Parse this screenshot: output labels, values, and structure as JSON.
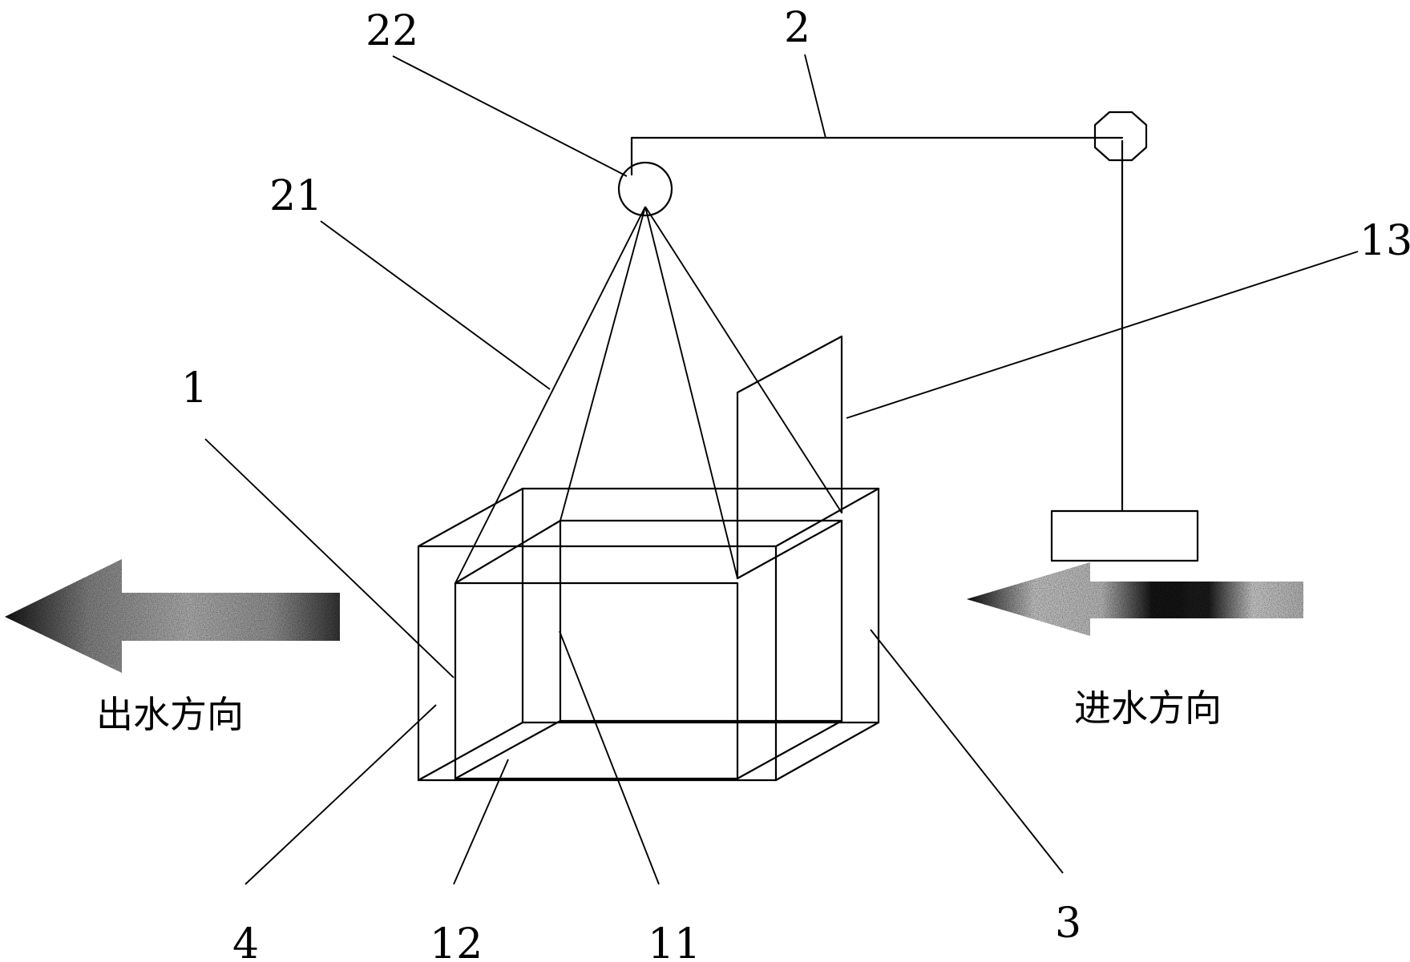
{
  "labels": {
    "l22": "22",
    "l2": "2",
    "l21": "21",
    "l13": "13",
    "l1": "1",
    "l4": "4",
    "l12": "12",
    "l11": "11",
    "l3": "3"
  },
  "directions": {
    "outflow": "出水方向",
    "inflow": "进水方向"
  }
}
